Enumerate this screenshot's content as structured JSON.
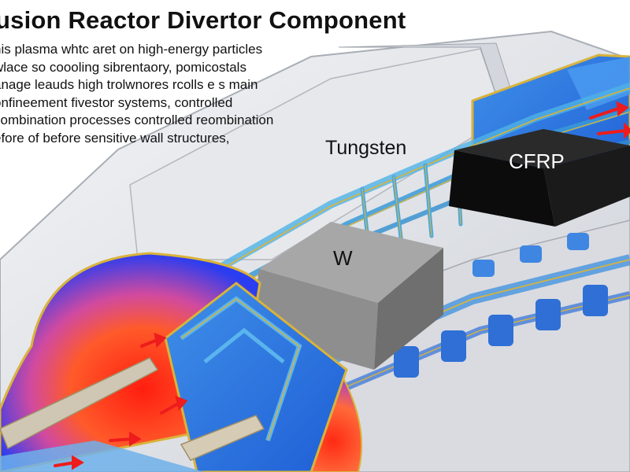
{
  "title": "usion Reactor Divertor Component",
  "description_lines": [
    "his plasma whtc aret on high-energy particles",
    "wlace so coooling sibrentaory, pomicostals",
    "anage leauds high trolwnores rcolls e s main",
    "onfineement  fivestor systems,  controlled",
    "combination processes controlled reombination",
    "efore of before sensitive wall structures,"
  ],
  "labels": {
    "tungsten": "Tungsten",
    "cfrp": "CFRP",
    "w": "W"
  },
  "colors": {
    "cfrp_block": "#111111",
    "w_block": "#8e8e8e",
    "heat_hot": "#ff2a1a",
    "heat_cool": "#2a3df0",
    "coolant_channel": "#4fb2e6",
    "structure_edge": "#d9b33a",
    "arrow": "#ee1c1c"
  }
}
